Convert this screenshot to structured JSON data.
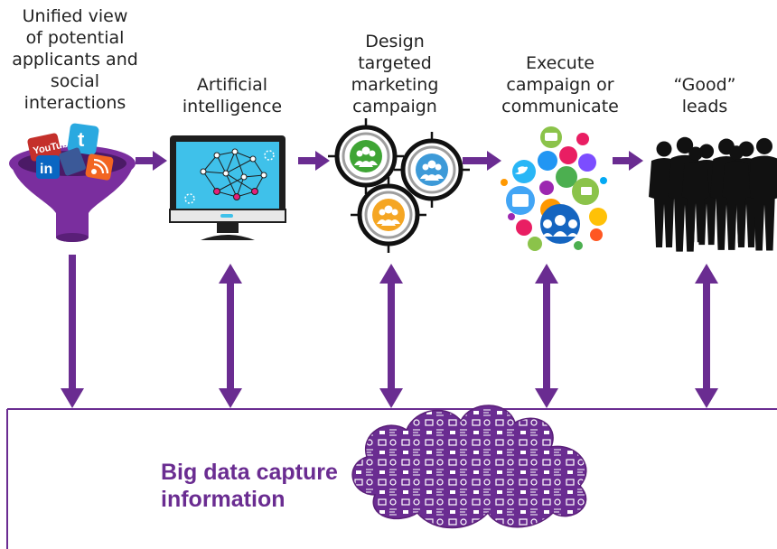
{
  "colors": {
    "accent": "#6a2c91",
    "funnel": "#7a2e9e",
    "monitor_screen": "#3fc1ea",
    "monitor_frame": "#222222",
    "target_green": "#3fa535",
    "target_blue": "#3d9ad8",
    "target_orange": "#f5a623",
    "silhouette": "#111111"
  },
  "steps": [
    {
      "label": "Unified view\nof potential\napplicants and\nsocial\ninteractions",
      "icon": "social-funnel-icon",
      "arrow": "down"
    },
    {
      "label": "Artificial\nintelligence",
      "icon": "ai-monitor-icon",
      "arrow": "both"
    },
    {
      "label": "Design\ntargeted\nmarketing\ncampaign",
      "icon": "target-audience-icon",
      "arrow": "both"
    },
    {
      "label": "Execute\ncampaign or\ncommunicate",
      "icon": "social-media-cluster-icon",
      "arrow": "both"
    },
    {
      "label": "“Good”\nleads",
      "icon": "people-silhouettes-icon",
      "arrow": "both"
    }
  ],
  "funnel_logos": [
    "YouTube",
    "t",
    "in"
  ],
  "bottom": {
    "title": "Big data capture\ninformation",
    "cloud_icon": "data-cloud-icon"
  }
}
